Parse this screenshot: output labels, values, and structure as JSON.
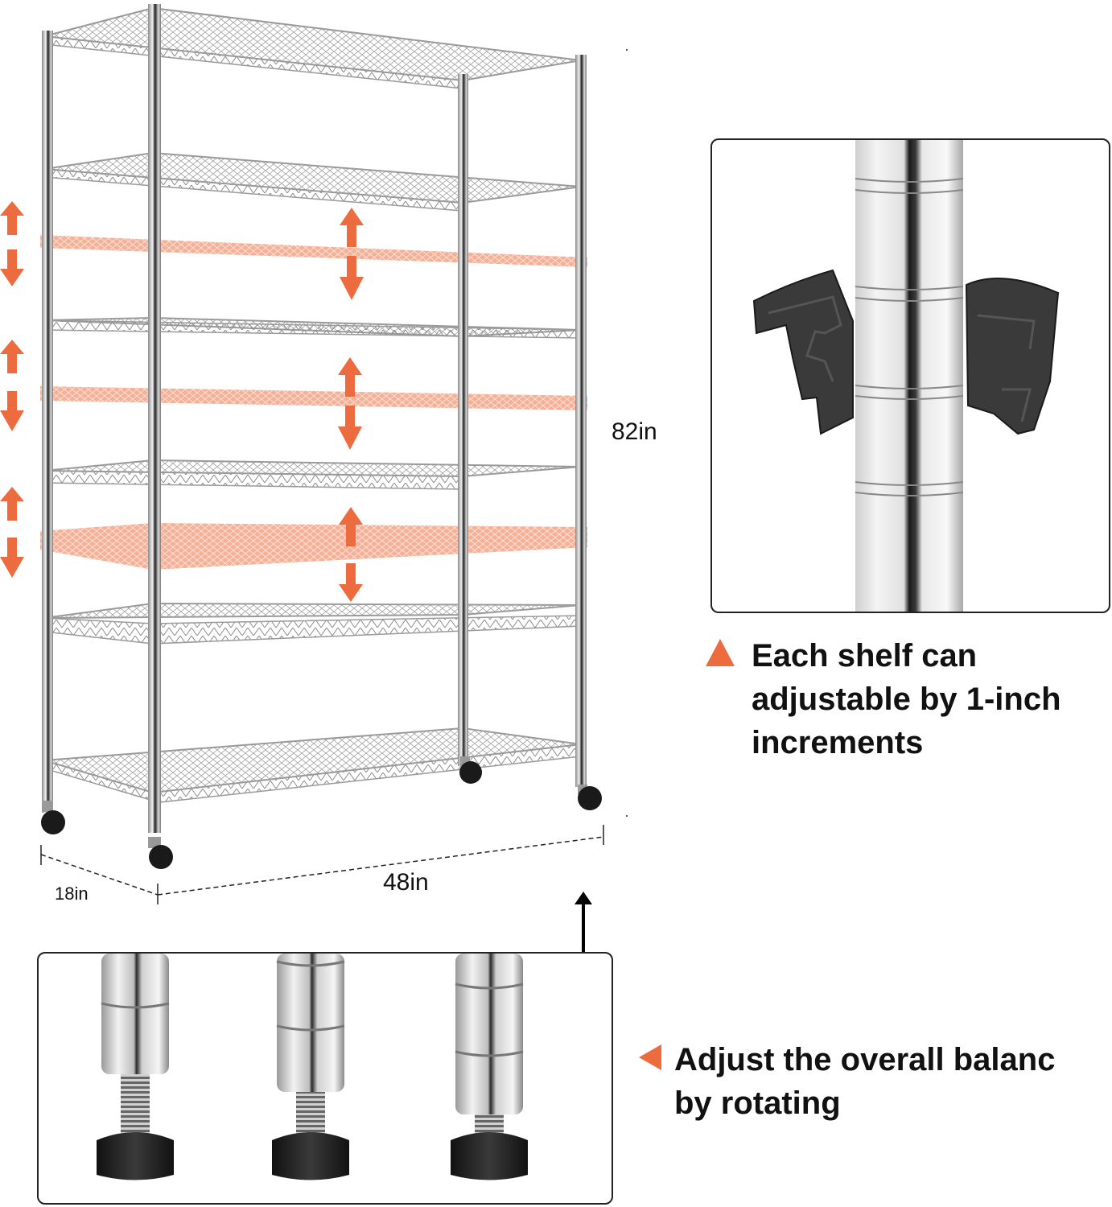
{
  "product": {
    "type": "wire-shelving-rack",
    "shelf_count": 6,
    "wheels": 4,
    "accent_color": "#EC6B3F",
    "highlight_color": "#F4A88C",
    "chrome_color": "#B8B8B8"
  },
  "dimensions": {
    "height_label": "82in",
    "width_label": "48in",
    "depth_label": "18in"
  },
  "features": [
    {
      "icon": "triangle-up-icon",
      "lines": [
        "Each shelf can",
        "adjustable by 1-inch",
        "increments"
      ]
    },
    {
      "icon": "triangle-left-icon",
      "lines": [
        "Adjust the overall balanc",
        "by rotating"
      ]
    }
  ],
  "detail_panels": {
    "clip": {
      "description": "pole-with-shelf-clips"
    },
    "feet": {
      "description": "leveling-feet",
      "count": 3
    }
  }
}
